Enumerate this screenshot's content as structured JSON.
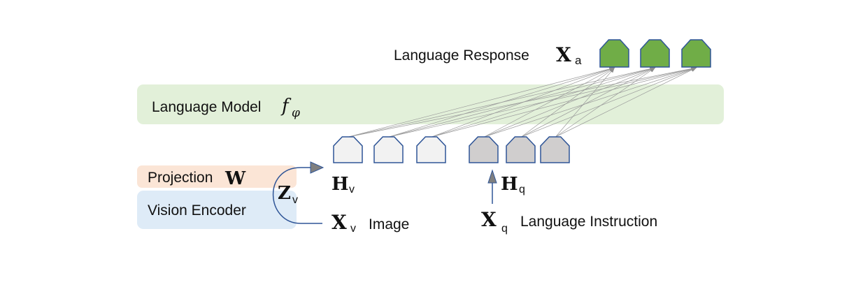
{
  "diagram": {
    "output": {
      "label": "Language Response",
      "symbol": "X",
      "subscript": "a",
      "token_count": 3,
      "token_color": "#70AD47"
    },
    "language_model": {
      "label": "Language Model",
      "symbol": "f",
      "subscript": "φ",
      "color": "#E2F0D9"
    },
    "visual_tokens": {
      "symbol": "H",
      "subscript": "v",
      "token_count": 3,
      "token_color": "#F2F2F2"
    },
    "instruction_tokens": {
      "symbol": "H",
      "subscript": "q",
      "token_count": 3,
      "token_color": "#D0CECE"
    },
    "projection": {
      "label": "Projection",
      "symbol": "W",
      "color": "#FBE5D6"
    },
    "vision_encoder": {
      "label": "Vision Encoder",
      "color": "#DEEBF7"
    },
    "visual_feature": {
      "symbol": "Z",
      "subscript": "v"
    },
    "image_input": {
      "symbol": "X",
      "subscript": "v",
      "label": "Image"
    },
    "instruction_input": {
      "symbol": "X",
      "subscript": "q",
      "label": "Language Instruction"
    },
    "stroke_color": "#2F5597",
    "arrow_fill": "#7F7F7F"
  }
}
